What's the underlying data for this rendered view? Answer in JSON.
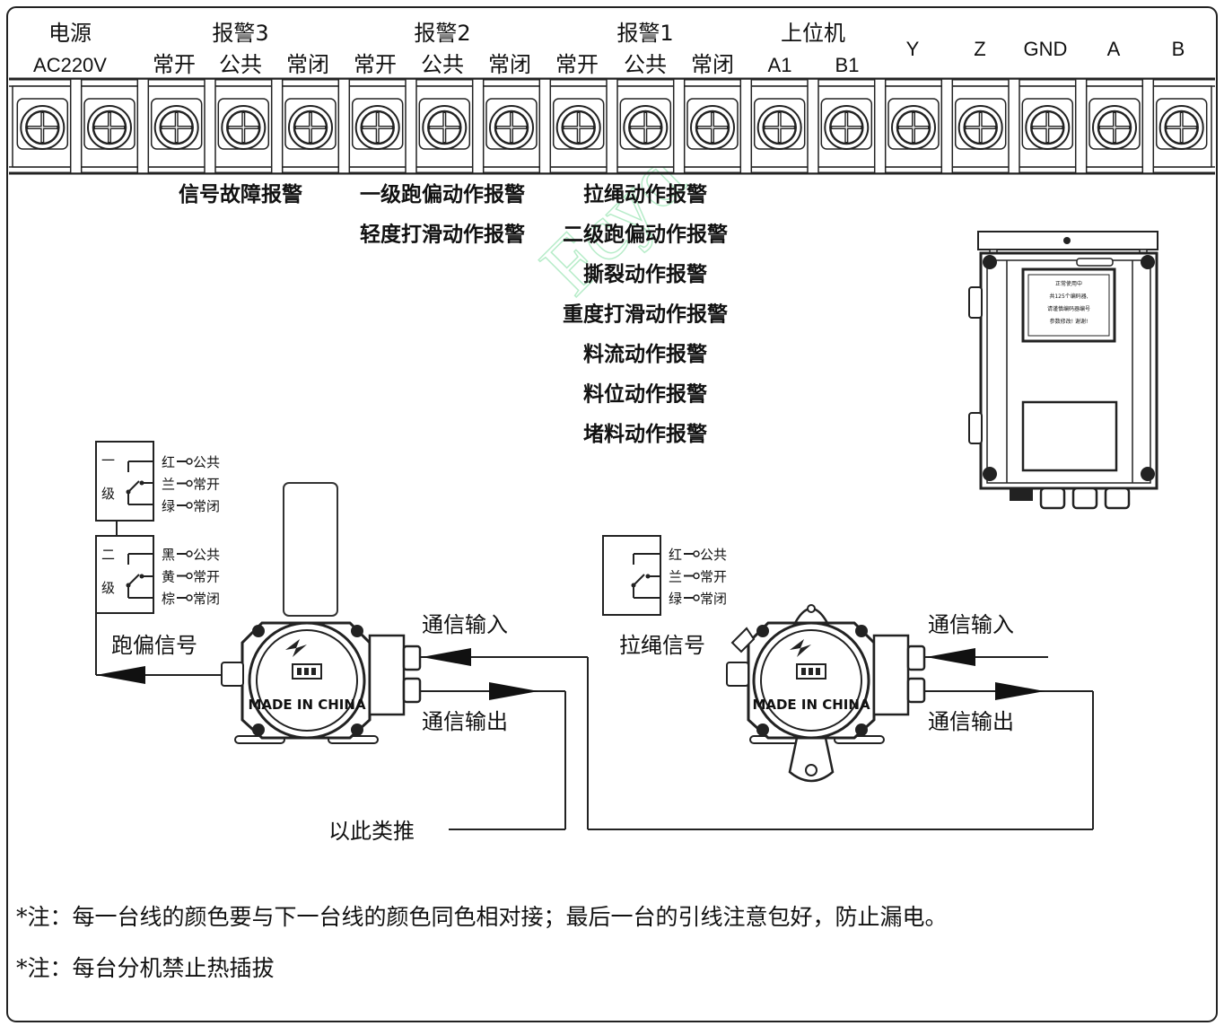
{
  "header": {
    "groups": [
      {
        "id": "power",
        "top": "电源",
        "subs": [
          "AC220V"
        ]
      },
      {
        "id": "alarm3",
        "top": "报警3",
        "subs": [
          "常开",
          "公共",
          "常闭"
        ]
      },
      {
        "id": "alarm2",
        "top": "报警2",
        "subs": [
          "常开",
          "公共",
          "常闭"
        ]
      },
      {
        "id": "alarm1",
        "top": "报警1",
        "subs": [
          "常开",
          "公共",
          "常闭"
        ]
      },
      {
        "id": "host",
        "top": "上位机",
        "subs": [
          "A1",
          "B1"
        ]
      },
      {
        "id": "y",
        "top": "Y",
        "subs": []
      },
      {
        "id": "z",
        "top": "Z",
        "subs": []
      },
      {
        "id": "gnd",
        "top": "GND",
        "subs": []
      },
      {
        "id": "a",
        "top": "A",
        "subs": []
      },
      {
        "id": "b",
        "top": "B",
        "subs": []
      }
    ]
  },
  "alarms": {
    "alarm3": [
      "信号故障报警"
    ],
    "alarm2": [
      "一级跑偏动作报警",
      "轻度打滑动作报警"
    ],
    "alarm1": [
      "拉绳动作报警",
      "二级跑偏动作报警",
      "撕裂动作报警",
      "重度打滑动作报警",
      "料流动作报警",
      "料位动作报警",
      "堵料动作报警"
    ]
  },
  "controller": {
    "screen_lines": [
      "正常使用中",
      "共125个编码器,",
      "请谨慎编码器编号",
      "参数修改! 谢谢!"
    ]
  },
  "deviation_switch": {
    "level1_label": "一级",
    "level2_label": "二级",
    "level1_wires": [
      {
        "color": "红",
        "terminal": "公共"
      },
      {
        "color": "兰",
        "terminal": "常开"
      },
      {
        "color": "绿",
        "terminal": "常闭"
      }
    ],
    "level2_wires": [
      {
        "color": "黑",
        "terminal": "公共"
      },
      {
        "color": "黄",
        "terminal": "常开"
      },
      {
        "color": "棕",
        "terminal": "常闭"
      }
    ],
    "signal_label": "跑偏信号",
    "comm_in": "通信输入",
    "comm_out": "通信输出",
    "made_in": "MADE IN CHINA"
  },
  "pullcord_switch": {
    "wires": [
      {
        "color": "红",
        "terminal": "公共"
      },
      {
        "color": "兰",
        "terminal": "常开"
      },
      {
        "color": "绿",
        "terminal": "常闭"
      }
    ],
    "signal_label": "拉绳信号",
    "comm_in": "通信输入",
    "comm_out": "通信输出",
    "made_in": "MADE IN CHINA"
  },
  "chain_label": "以此类推",
  "notes": [
    "*注：每一台线的颜色要与下一台线的颜色同色相对接；最后一台的引线注意包好，防止漏电。",
    "*注：每台分机禁止热插拔"
  ],
  "watermark": "Fcyd"
}
